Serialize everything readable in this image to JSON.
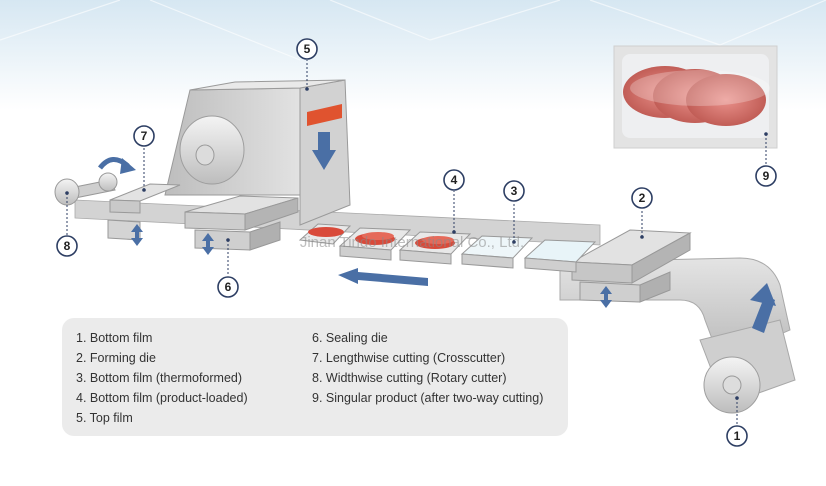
{
  "diagram": {
    "callouts": [
      "1",
      "2",
      "3",
      "4",
      "5",
      "6",
      "7",
      "8",
      "9"
    ],
    "legend": [
      "1. Bottom film",
      "2. Forming die",
      "3. Bottom film (thermoformed)",
      "4. Bottom film (product-loaded)",
      "5. Top film",
      "6. Sealing die",
      "7. Lengthwise cutting (Crosscutter)",
      "8. Widthwise cutting (Rotary cutter)",
      "9. Singular product (after two-way cutting)"
    ],
    "watermark": "Jinan Tindo International Co., Ltd.",
    "colors": {
      "accent_arrow": "#4a6fa5",
      "label_stripe": "#e0532f",
      "machine_grey": "#c9c9c9",
      "product_red": "#d94a3a",
      "legend_bg": "#ebebeb"
    }
  }
}
